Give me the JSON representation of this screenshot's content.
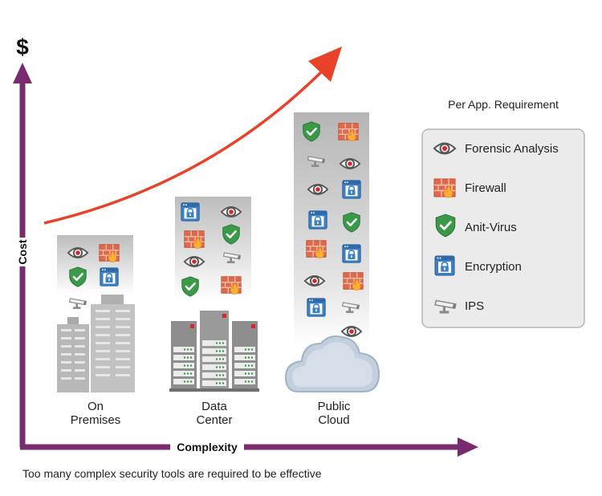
{
  "y_axis": {
    "symbol": "$",
    "label": "Cost"
  },
  "x_axis": {
    "label": "Complexity"
  },
  "caption": "Too many complex security tools are required to be effective",
  "legend": {
    "title": "Per App. Requirement",
    "items": [
      {
        "icon": "eye-icon",
        "label": "Forensic Analysis"
      },
      {
        "icon": "firewall-icon",
        "label": "Firewall"
      },
      {
        "icon": "shield-icon",
        "label": "Anit-Virus"
      },
      {
        "icon": "lock-icon",
        "label": "Encryption"
      },
      {
        "icon": "camera-icon",
        "label": "IPS"
      }
    ]
  },
  "environments": [
    {
      "line1": "On",
      "line2": "Premises"
    },
    {
      "line1": "Data",
      "line2": "Center"
    },
    {
      "line1": "Public",
      "line2": "Cloud"
    }
  ],
  "colors": {
    "axis": "#7a2a6e",
    "trend_arrow": "#e8432a",
    "building": "#b8b8b8",
    "cloud": "#c3cfdc",
    "shield": "#3a9a4a",
    "lock": "#3b7fc4"
  }
}
